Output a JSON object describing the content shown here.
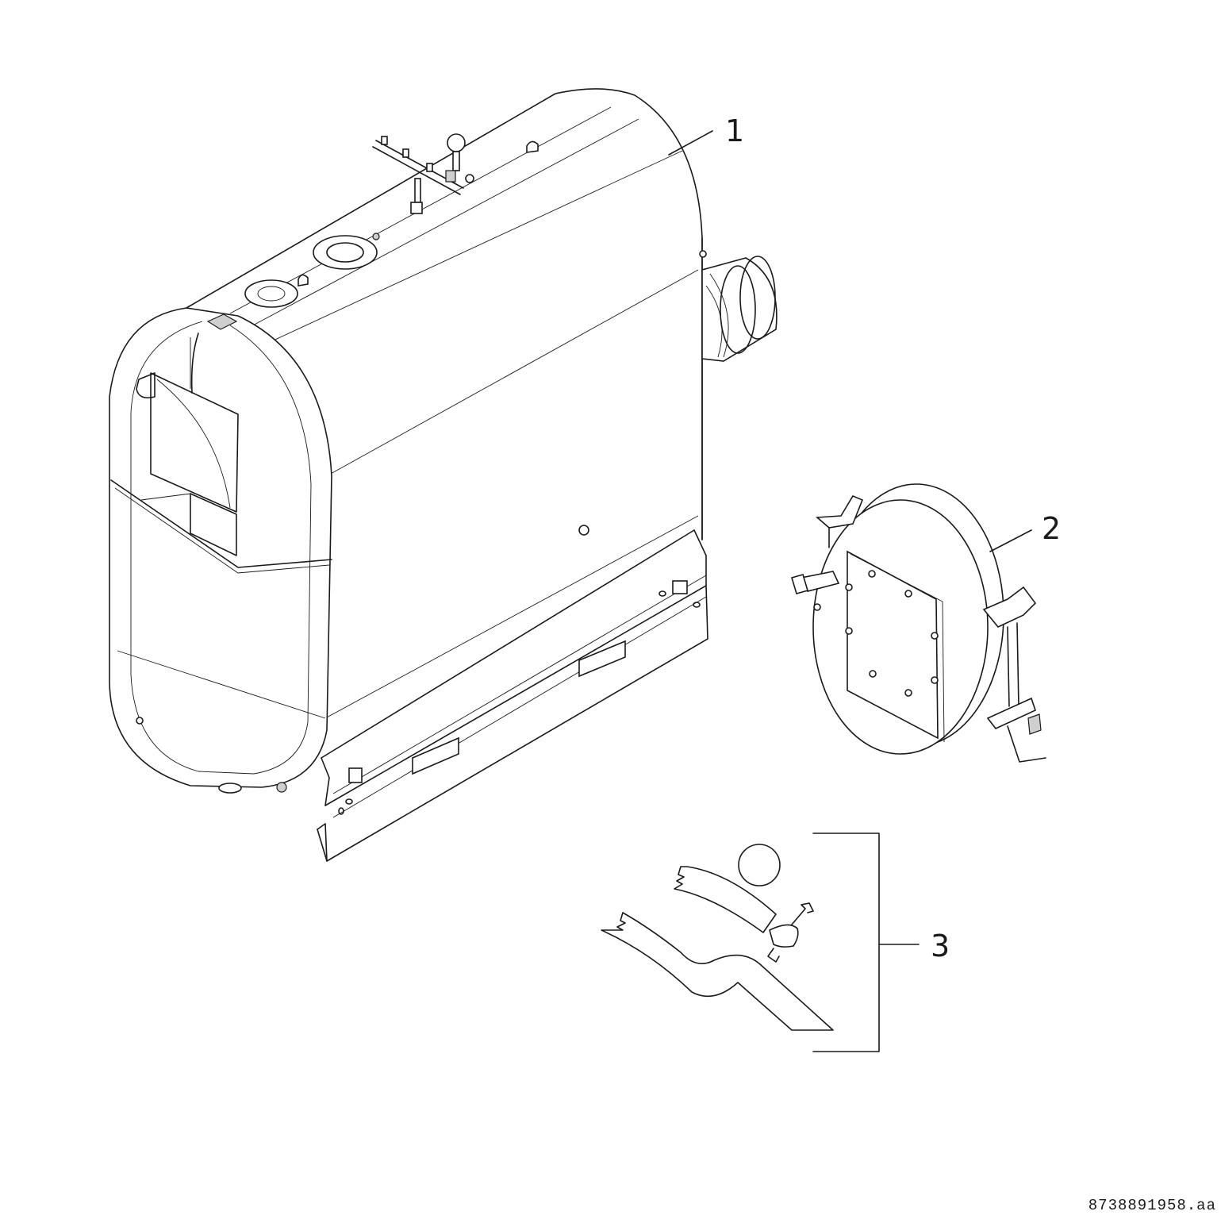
{
  "figure": {
    "type": "exploded parts diagram",
    "subject": "Boiler unit with accessories"
  },
  "callouts": [
    {
      "id": 1,
      "label": "1",
      "part": "boiler-body"
    },
    {
      "id": 2,
      "label": "2",
      "part": "burner-door-plate"
    },
    {
      "id": 3,
      "label": "3",
      "part": "installation-service-symbol"
    }
  ],
  "document": {
    "id": "8738891958.aa"
  },
  "colors": {
    "line": "#1a1a1a",
    "background": "#ffffff",
    "accent_fill": "#cfcfcf"
  }
}
